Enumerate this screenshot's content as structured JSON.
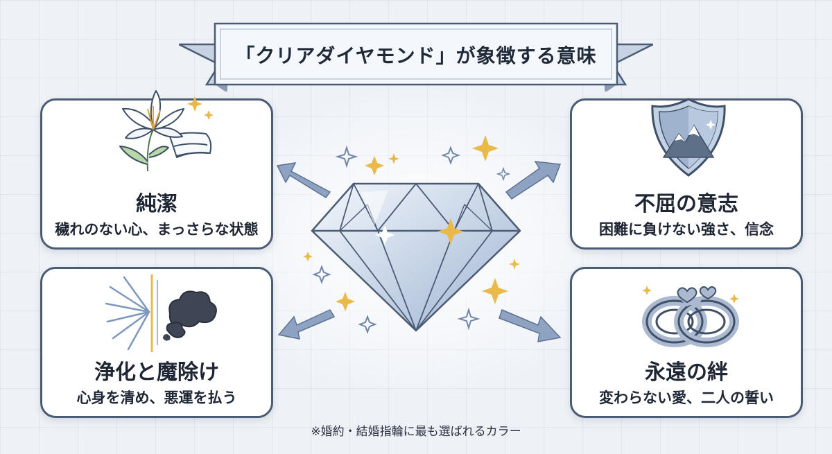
{
  "title": "「クリアダイヤモンド」が象徴する意味",
  "cards": {
    "purity": {
      "title": "純潔",
      "desc": "穢れのない心、まっさらな状態",
      "icon": "lily-towel-icon"
    },
    "will": {
      "title": "不屈の意志",
      "desc": "困難に負けない強さ、信念",
      "icon": "shield-mountain-icon"
    },
    "purify": {
      "title": "浄化と魔除け",
      "desc": "心身を清め、悪運を払う",
      "icon": "light-smoke-icon"
    },
    "bond": {
      "title": "永遠の絆",
      "desc": "変わらない愛、二人の誓い",
      "icon": "linked-rings-hearts-icon"
    }
  },
  "footnote": "※婚約・結婚指輪に最も選ばれるカラー",
  "colors": {
    "border": "#4a5b73",
    "sparkle": "#e9b949",
    "arrow": "#8ea3c2",
    "diamond": "#c9d6e8"
  }
}
